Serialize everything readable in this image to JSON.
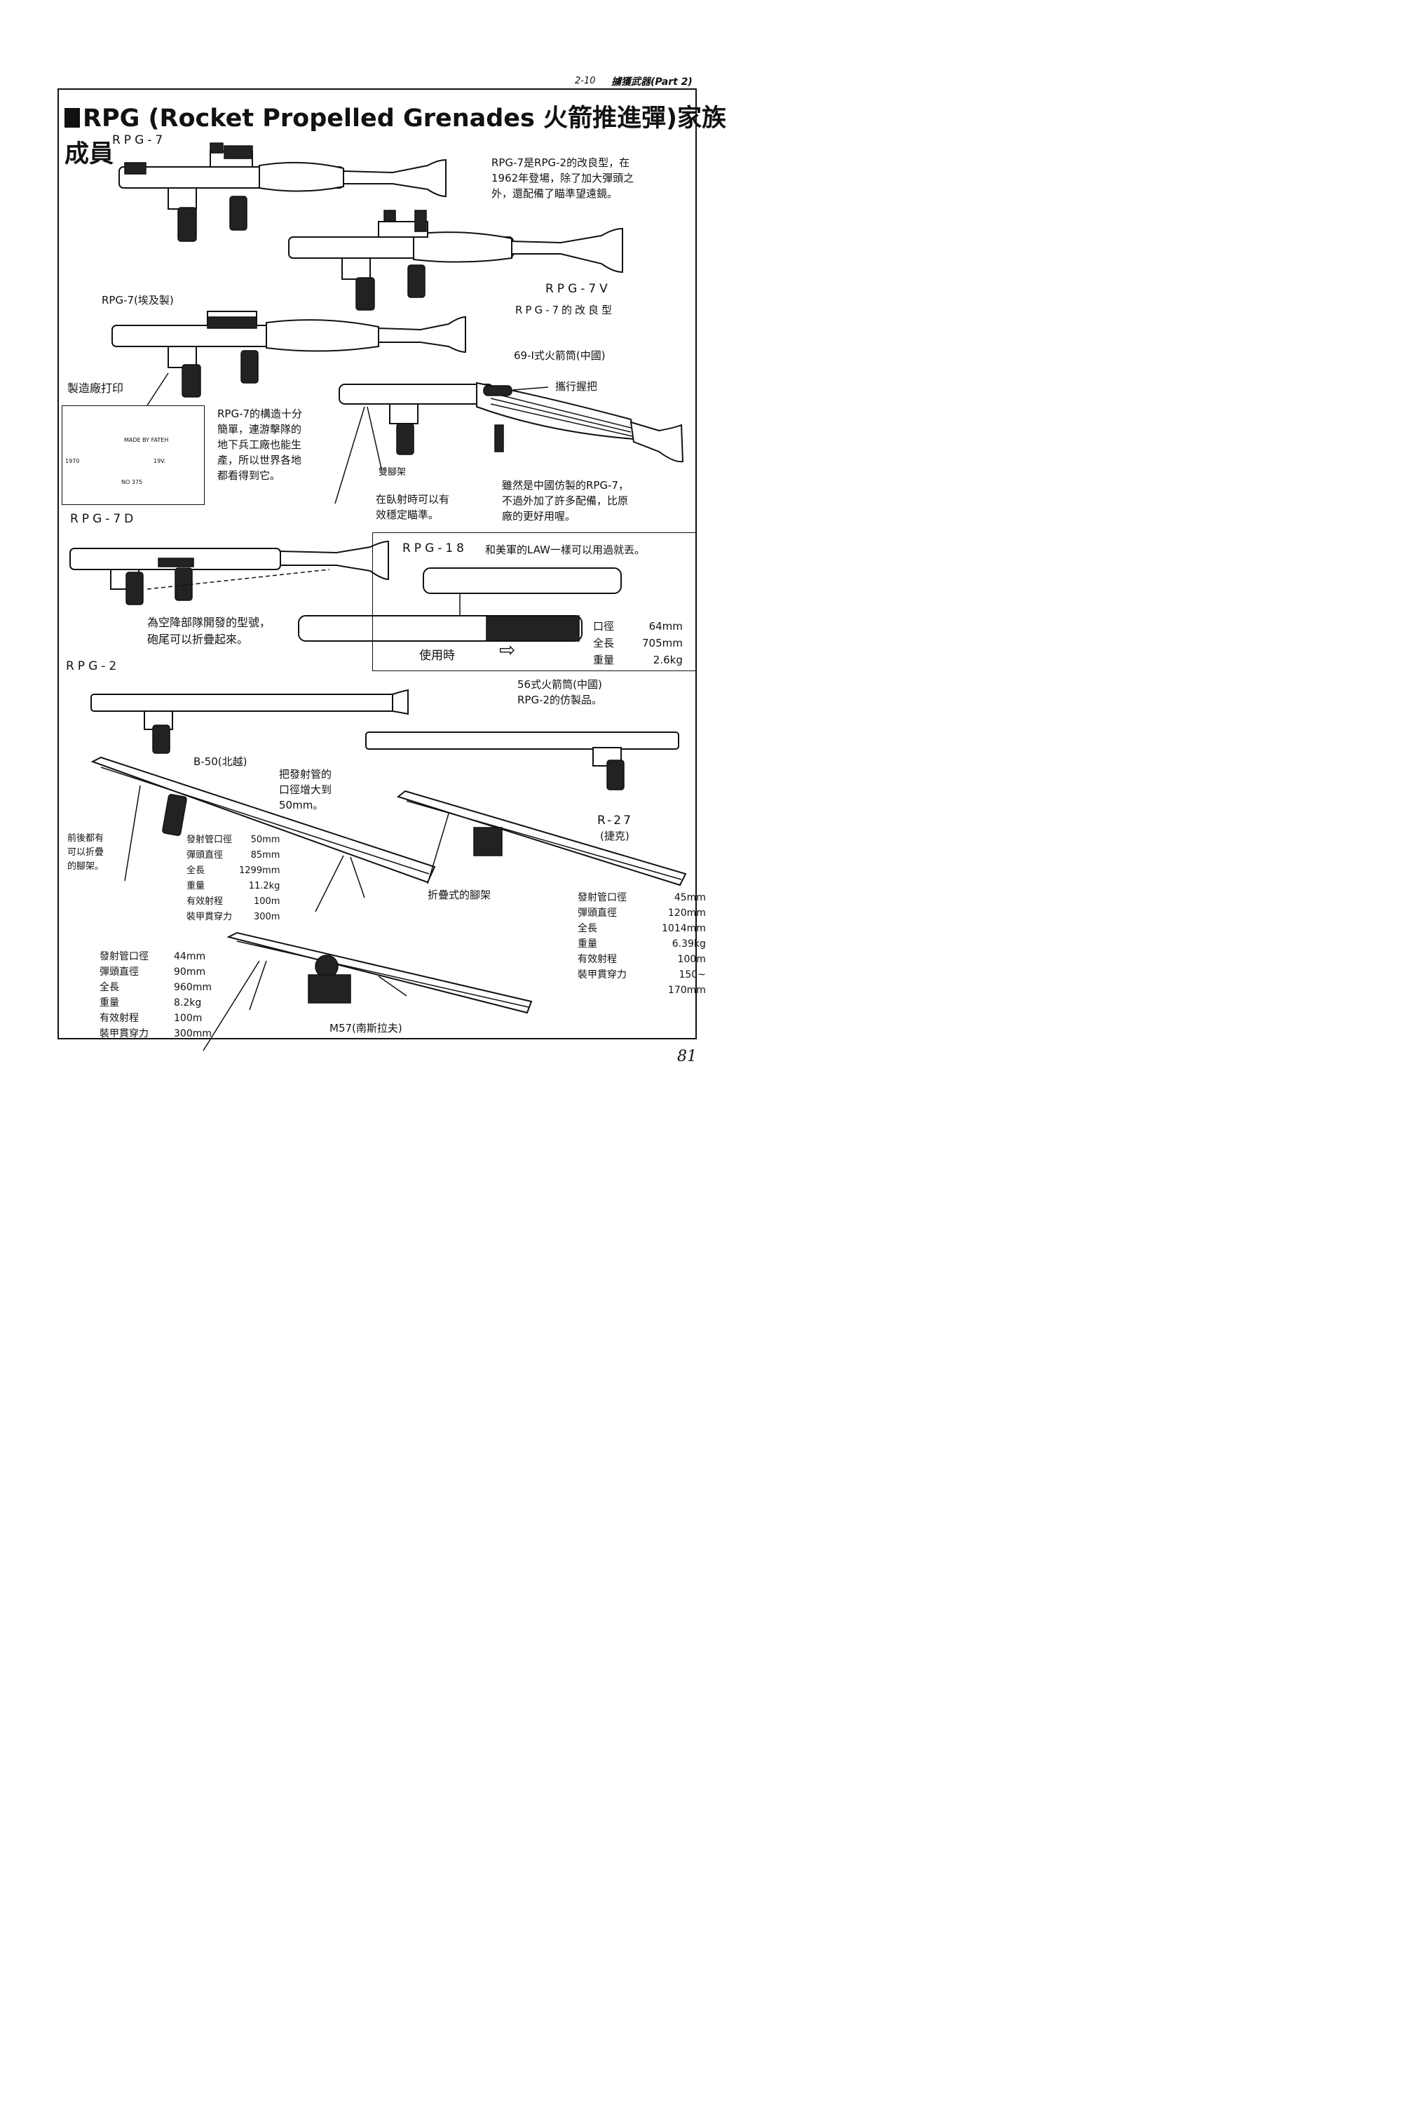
{
  "header": {
    "section": "2-10",
    "title": "擄獲武器(Part 2)"
  },
  "page_title": "RPG (Rocket Propelled Grenades 火箭推進彈)家族成員",
  "page_number": "81",
  "rpg7": {
    "label": "RPG-7",
    "desc": [
      "RPG-7是RPG-2的改良型，在",
      "1962年登場，除了加大彈頭之",
      "外，還配備了瞄準望遠鏡。"
    ]
  },
  "rpg7v": {
    "label": "RPG-7V",
    "sub": "RPG-7的改良型"
  },
  "rpg7_egypt": {
    "label": "RPG-7(埃及製)",
    "factory": "製造廠打印",
    "desc": [
      "RPG-7的構造十分",
      "簡單，連游擊隊的",
      "地下兵工廠也能生",
      "產，所以世界各地",
      "都看得到它。"
    ],
    "stamp_lines": [
      "MADE BY FATEH",
      "1970",
      "19V.",
      "NO 375"
    ]
  },
  "type69": {
    "label": "69-Ⅰ式火箭筒(中國)",
    "carry": "攜行握把",
    "bipod": "雙腳架",
    "bipod_desc": [
      "在臥射時可以有",
      "效穩定瞄準。"
    ],
    "desc": [
      "雖然是中國仿製的RPG-7，",
      "不過外加了許多配備，比原",
      "廠的更好用喔。"
    ]
  },
  "rpg7d": {
    "label": "RPG-7D",
    "desc": [
      "為空降部隊開發的型號，",
      "砲尾可以折疊起來。"
    ]
  },
  "rpg18": {
    "label": "RPG-18",
    "desc": "和美軍的LAW一樣可以用過就丟。",
    "in_use": "使用時",
    "arrow": "⇨",
    "specs": [
      {
        "k": "口徑",
        "v": "64mm"
      },
      {
        "k": "全長",
        "v": "705mm"
      },
      {
        "k": "重量",
        "v": "2.6kg"
      }
    ]
  },
  "rpg2": {
    "label": "RPG-2"
  },
  "type56": {
    "label": [
      "56式火箭筒(中國)",
      "RPG-2的仿製品。"
    ]
  },
  "b50": {
    "label": "B-50(北越)",
    "desc": [
      "把發射管的",
      "口徑增大到",
      "50mm。"
    ],
    "bipod_note": [
      "前後都有",
      "可以折疊",
      "的腳架。"
    ],
    "specs": [
      {
        "k": "發射管口徑",
        "v": "50mm"
      },
      {
        "k": "彈頭直徑",
        "v": "85mm"
      },
      {
        "k": "全長",
        "v": "1299mm"
      },
      {
        "k": "重量",
        "v": "11.2kg"
      },
      {
        "k": "有效射程",
        "v": "100m"
      },
      {
        "k": "裝甲貫穿力",
        "v": "300m"
      }
    ]
  },
  "r27": {
    "label": "R-27",
    "country": "(捷克)",
    "fold_bipod": "折疊式的腳架",
    "specs": [
      {
        "k": "發射管口徑",
        "v": "45mm"
      },
      {
        "k": "彈頭直徑",
        "v": "120mm"
      },
      {
        "k": "全長",
        "v": "1014mm"
      },
      {
        "k": "重量",
        "v": "6.39kg"
      },
      {
        "k": "有效射程",
        "v": "100m"
      },
      {
        "k": "裝甲貫穿力",
        "v": "150~"
      },
      {
        "k": "",
        "v": "170mm"
      }
    ]
  },
  "m57": {
    "label": "M57(南斯拉夫)",
    "specs": [
      {
        "k": "發射管口徑",
        "v": "44mm"
      },
      {
        "k": "彈頭直徑",
        "v": "90mm"
      },
      {
        "k": "全長",
        "v": "960mm"
      },
      {
        "k": "重量",
        "v": "8.2kg"
      },
      {
        "k": "有效射程",
        "v": "100m"
      },
      {
        "k": "裝甲貫穿力",
        "v": "300mm"
      }
    ]
  }
}
